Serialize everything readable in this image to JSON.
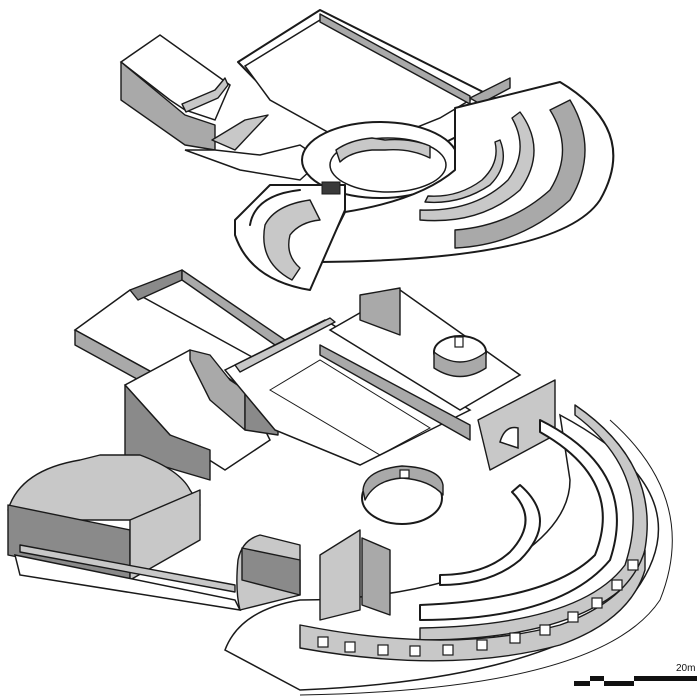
{
  "diagram": {
    "type": "exploded isometric architectural drawing",
    "levels": [
      {
        "name": "upper-level",
        "features": [
          "rectangular hall",
          "circular court",
          "semicircular tiered seating",
          "small curved auditorium",
          "ramped block"
        ]
      },
      {
        "name": "lower-level",
        "features": [
          "rectangular courtyard",
          "circular tower",
          "stepped annex",
          "semicircular cavea with arcade windows",
          "central rotunda"
        ]
      }
    ],
    "colors": {
      "outline": "#1a1a1a",
      "wall_light": "#c8c8c8",
      "wall_mid": "#a9a9a9",
      "wall_dark": "#8a8a8a",
      "background": "#ffffff"
    }
  },
  "scale_bar": {
    "label": "20m"
  }
}
